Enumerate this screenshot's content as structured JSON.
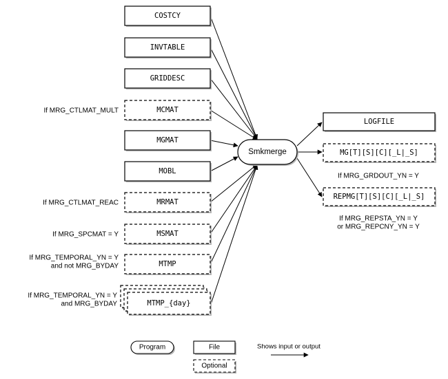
{
  "program": {
    "label": "Smkmerge"
  },
  "inputs": [
    {
      "id": "costcy",
      "label": "COSTCY",
      "optional": false,
      "stacked": false,
      "condition": []
    },
    {
      "id": "invtable",
      "label": "INVTABLE",
      "optional": false,
      "stacked": false,
      "condition": []
    },
    {
      "id": "griddesc",
      "label": "GRIDDESC",
      "optional": false,
      "stacked": false,
      "condition": []
    },
    {
      "id": "mcmat",
      "label": "MCMAT",
      "optional": true,
      "stacked": false,
      "condition": [
        "If MRG_CTLMAT_MULT"
      ]
    },
    {
      "id": "mgmat",
      "label": "MGMAT",
      "optional": false,
      "stacked": false,
      "condition": []
    },
    {
      "id": "mobl",
      "label": "MOBL",
      "optional": false,
      "stacked": false,
      "condition": []
    },
    {
      "id": "mrmat",
      "label": "MRMAT",
      "optional": true,
      "stacked": false,
      "condition": [
        "If MRG_CTLMAT_REAC"
      ]
    },
    {
      "id": "msmat",
      "label": "MSMAT",
      "optional": true,
      "stacked": false,
      "condition": [
        "If MRG_SPCMAT = Y"
      ]
    },
    {
      "id": "mtmp",
      "label": "MTMP",
      "optional": true,
      "stacked": false,
      "condition": [
        "If MRG_TEMPORAL_YN = Y",
        "and not MRG_BYDAY"
      ]
    },
    {
      "id": "mtmp-day",
      "label": "MTMP_{day}",
      "optional": true,
      "stacked": true,
      "condition": [
        "If MRG_TEMPORAL_YN = Y",
        "and MRG_BYDAY"
      ]
    }
  ],
  "outputs": [
    {
      "id": "logfile",
      "label": "LOGFILE",
      "optional": false,
      "condition": []
    },
    {
      "id": "mg",
      "label": "MG[T][S][C][_L|_S]",
      "optional": true,
      "condition": [
        "If MRG_GRDOUT_YN = Y"
      ]
    },
    {
      "id": "repmg",
      "label": "REPMG[T][S][C][_L|_S]",
      "optional": true,
      "condition": [
        "If MRG_REPSTA_YN = Y",
        "or MRG_REPCNY_YN = Y"
      ]
    }
  ],
  "legend": {
    "program": "Program",
    "file": "File",
    "optional": "Optional",
    "arrow": "Shows input or output"
  },
  "colors": {
    "stroke": "#000000",
    "shadow": "#b5b5b5",
    "fill": "#ffffff",
    "text": "#000000"
  }
}
